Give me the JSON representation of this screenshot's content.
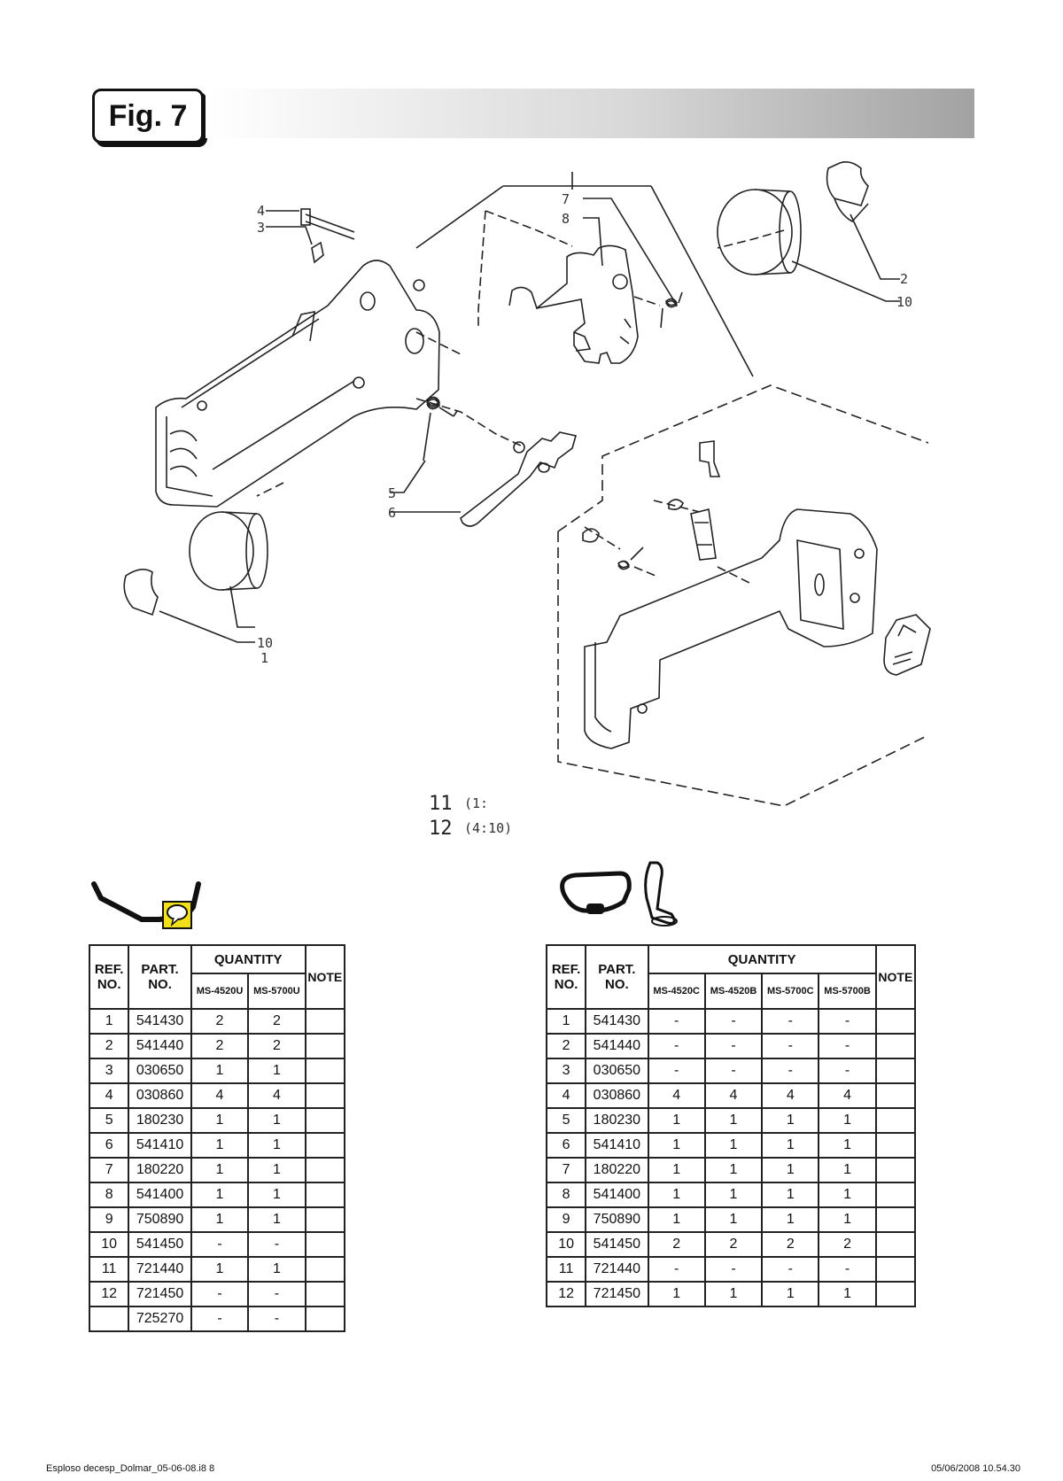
{
  "figure": {
    "label": "Fig. 7"
  },
  "callouts": {
    "c4": "4",
    "c3": "3",
    "c7": "7",
    "c8": "8",
    "c2": "2",
    "c10a": "10",
    "c5": "5",
    "c6": "6",
    "c10b": "10",
    "c1": "1",
    "c11": "11",
    "c11_note": "(1:",
    "c12": "12",
    "c12_note": "(4:10)"
  },
  "left_table": {
    "icon": "handlebar-with-throttle-icon",
    "headers": {
      "ref": "REF.",
      "ref2": "NO.",
      "part": "PART.",
      "part2": "NO.",
      "quantity": "QUANTITY",
      "note": "NOTE",
      "models": [
        "MS-4520U",
        "MS-5700U"
      ]
    },
    "rows": [
      {
        "ref": "1",
        "part": "541430",
        "q": [
          "2",
          "2"
        ]
      },
      {
        "ref": "2",
        "part": "541440",
        "q": [
          "2",
          "2"
        ]
      },
      {
        "ref": "3",
        "part": "030650",
        "q": [
          "1",
          "1"
        ]
      },
      {
        "ref": "4",
        "part": "030860",
        "q": [
          "4",
          "4"
        ]
      },
      {
        "ref": "5",
        "part": "180230",
        "q": [
          "1",
          "1"
        ]
      },
      {
        "ref": "6",
        "part": "541410",
        "q": [
          "1",
          "1"
        ]
      },
      {
        "ref": "7",
        "part": "180220",
        "q": [
          "1",
          "1"
        ]
      },
      {
        "ref": "8",
        "part": "541400",
        "q": [
          "1",
          "1"
        ]
      },
      {
        "ref": "9",
        "part": "750890",
        "q": [
          "1",
          "1"
        ]
      },
      {
        "ref": "10",
        "part": "541450",
        "q": [
          "-",
          "-"
        ]
      },
      {
        "ref": "11",
        "part": "721440",
        "q": [
          "1",
          "1"
        ]
      },
      {
        "ref": "12",
        "part": "721450",
        "q": [
          "-",
          "-"
        ]
      },
      {
        "ref": "",
        "part": "725270",
        "q": [
          "-",
          "-"
        ]
      }
    ]
  },
  "right_table": {
    "icon": "loop-handle-icon",
    "headers": {
      "ref": "REF.",
      "ref2": "NO.",
      "part": "PART.",
      "part2": "NO.",
      "quantity": "QUANTITY",
      "note": "NOTE",
      "models": [
        "MS-4520C",
        "MS-4520B",
        "MS-5700C",
        "MS-5700B"
      ]
    },
    "rows": [
      {
        "ref": "1",
        "part": "541430",
        "q": [
          "-",
          "-",
          "-",
          "-"
        ]
      },
      {
        "ref": "2",
        "part": "541440",
        "q": [
          "-",
          "-",
          "-",
          "-"
        ]
      },
      {
        "ref": "3",
        "part": "030650",
        "q": [
          "-",
          "-",
          "-",
          "-"
        ]
      },
      {
        "ref": "4",
        "part": "030860",
        "q": [
          "4",
          "4",
          "4",
          "4"
        ]
      },
      {
        "ref": "5",
        "part": "180230",
        "q": [
          "1",
          "1",
          "1",
          "1"
        ]
      },
      {
        "ref": "6",
        "part": "541410",
        "q": [
          "1",
          "1",
          "1",
          "1"
        ]
      },
      {
        "ref": "7",
        "part": "180220",
        "q": [
          "1",
          "1",
          "1",
          "1"
        ]
      },
      {
        "ref": "8",
        "part": "541400",
        "q": [
          "1",
          "1",
          "1",
          "1"
        ]
      },
      {
        "ref": "9",
        "part": "750890",
        "q": [
          "1",
          "1",
          "1",
          "1"
        ]
      },
      {
        "ref": "10",
        "part": "541450",
        "q": [
          "2",
          "2",
          "2",
          "2"
        ]
      },
      {
        "ref": "11",
        "part": "721440",
        "q": [
          "-",
          "-",
          "-",
          "-"
        ]
      },
      {
        "ref": "12",
        "part": "721450",
        "q": [
          "1",
          "1",
          "1",
          "1"
        ]
      }
    ]
  },
  "footer": {
    "left": "Esploso decesp_Dolmar_05-06-08.i8   8",
    "right": "05/06/2008   10.54.30"
  }
}
